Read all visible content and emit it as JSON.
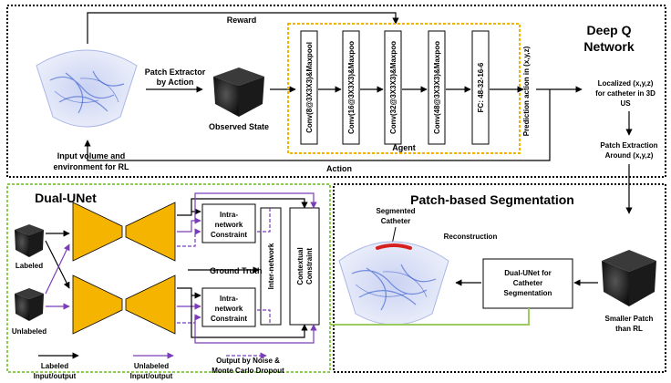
{
  "colors": {
    "agent_border": "#f0b400",
    "unet_fill": "#f5b400",
    "dual_unet_border": "#8ccc50",
    "purple_arrow": "#7a3db8",
    "recon_arrow": "#9ccc60",
    "volume_blue": "#4f6fd6"
  },
  "top": {
    "title_line1": "Deep Q",
    "title_line2": "Network",
    "reward_label": "Reward",
    "action_label": "Action",
    "input_caption_line1": "Input volume and",
    "input_caption_line2": "environment for RL",
    "patch_extractor_line1": "Patch Extractor",
    "patch_extractor_line2": "by Action",
    "observed_state": "Observed State",
    "agent_label": "Agent",
    "layers": [
      "Conv(8@3X3X3)&Maxpool",
      "Conv(16@3X3X3)&Maxpoo",
      "Conv(32@3X3X3)&Maxpoo",
      "Conv(48@3X3X3)&Maxpoo",
      "FC: 48-32-16-6"
    ],
    "prediction_label": "Prediction action in (x,y,z)",
    "localized_line1": "Localized (x,y,z)",
    "localized_line2": "for catheter in 3D",
    "localized_line3": "US",
    "patch_extraction_line1": "Patch Extraction",
    "patch_extraction_line2": "Around (x,y,z)"
  },
  "left": {
    "title": "Dual-UNet",
    "labeled": "Labeled",
    "unlabeled": "Unlabeled",
    "intra_top_line1": "Intra-",
    "intra_top_line2": "network",
    "intra_top_line3": "Constraint",
    "intra_bottom_line1": "Intra-",
    "intra_bottom_line2": "network",
    "intra_bottom_line3": "Constraint",
    "inter_network": "Inter-network",
    "contextual_line1": "Contextual",
    "contextual_line2": "Constraint",
    "ground_truth": "Ground Truth",
    "legend": [
      {
        "line1": "Labeled",
        "line2": "Input/output"
      },
      {
        "line1": "Unlabeled",
        "line2": "Input/output"
      },
      {
        "line1": "Output by Noise &",
        "line2": "Monte Carlo Dropout"
      }
    ]
  },
  "right": {
    "title": "Patch-based Segmentation",
    "segmented_line1": "Segmented",
    "segmented_line2": "Catheter",
    "reconstruction": "Reconstruction",
    "dual_unet_box_line1": "Dual-UNet for",
    "dual_unet_box_line2": "Catheter",
    "dual_unet_box_line3": "Segmentation",
    "smaller_patch_line1": "Smaller Patch",
    "smaller_patch_line2": "than RL"
  }
}
